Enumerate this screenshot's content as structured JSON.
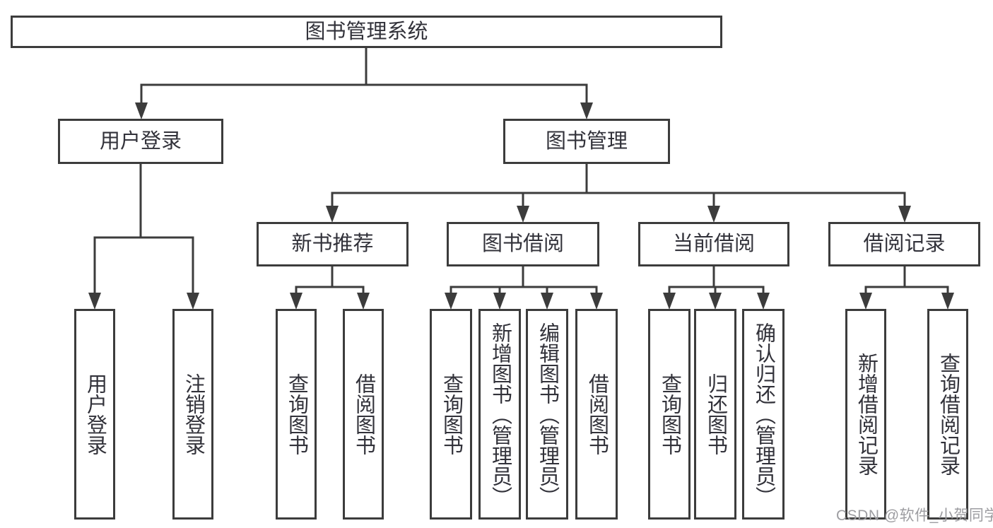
{
  "tree": {
    "root": "图书管理系统",
    "user_login": {
      "label": "用户登录",
      "children": [
        "用户登录",
        "注销登录"
      ]
    },
    "book_management": {
      "label": "图书管理",
      "sections": {
        "new_book_recommend": {
          "label": "新书推荐",
          "children": [
            "查询图书",
            "借阅图书"
          ]
        },
        "book_borrow": {
          "label": "图书借阅",
          "children": [
            "查询图书",
            "新增图书（管理员）",
            "编辑图书（管理员）",
            "借阅图书"
          ]
        },
        "current_borrow": {
          "label": "当前借阅",
          "children": [
            "查询图书",
            "归还图书",
            "确认归还（管理员）"
          ]
        },
        "borrow_record": {
          "label": "借阅记录",
          "children": [
            "新增借阅记录",
            "查询借阅记录"
          ]
        }
      }
    }
  },
  "watermark": "CSDN @软件_小贺同学",
  "colors": {
    "line": "#3c3c3c",
    "text": "#32323a",
    "box_background": "#ffffff",
    "watermark": "#9d9da1",
    "background": "#ffffff"
  }
}
